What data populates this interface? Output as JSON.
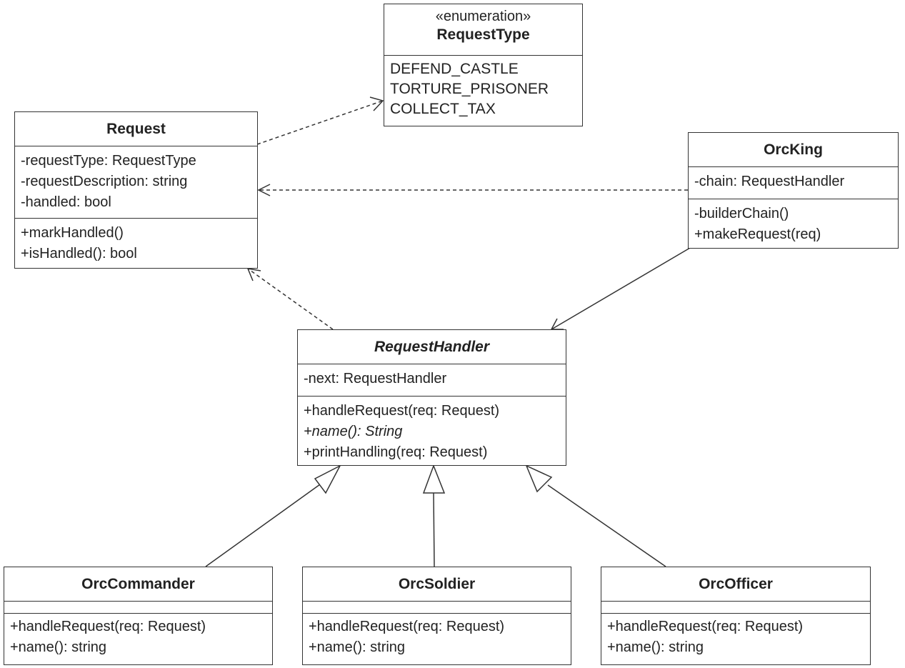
{
  "classes": {
    "request_type": {
      "stereotype": "«enumeration»",
      "name": "RequestType",
      "values": [
        "DEFEND_CASTLE",
        "TORTURE_PRISONER",
        "COLLECT_TAX"
      ]
    },
    "request": {
      "name": "Request",
      "attributes": [
        "-requestType: RequestType",
        "-requestDescription: string",
        "-handled: bool"
      ],
      "methods": [
        "+markHandled()",
        "+isHandled(): bool"
      ]
    },
    "orc_king": {
      "name": "OrcKing",
      "attributes": [
        "-chain: RequestHandler"
      ],
      "methods": [
        "-builderChain()",
        "+makeRequest(req)"
      ]
    },
    "request_handler": {
      "name": "RequestHandler",
      "attributes": [
        "-next: RequestHandler"
      ],
      "methods": [
        "+handleRequest(req: Request)",
        "+name(): String",
        "+printHandling(req: Request)"
      ]
    },
    "orc_commander": {
      "name": "OrcCommander",
      "methods": [
        "+handleRequest(req: Request)",
        "+name(): string"
      ]
    },
    "orc_soldier": {
      "name": "OrcSoldier",
      "methods": [
        "+handleRequest(req: Request)",
        "+name(): string"
      ]
    },
    "orc_officer": {
      "name": "OrcOfficer",
      "methods": [
        "+handleRequest(req: Request)",
        "+name(): string"
      ]
    }
  },
  "relations": [
    {
      "from": "Request",
      "to": "RequestType",
      "kind": "dependency"
    },
    {
      "from": "OrcKing",
      "to": "Request",
      "kind": "dependency"
    },
    {
      "from": "RequestHandler",
      "to": "Request",
      "kind": "dependency"
    },
    {
      "from": "OrcKing",
      "to": "RequestHandler",
      "kind": "association"
    },
    {
      "from": "OrcCommander",
      "to": "RequestHandler",
      "kind": "generalization"
    },
    {
      "from": "OrcSoldier",
      "to": "RequestHandler",
      "kind": "generalization"
    },
    {
      "from": "OrcOfficer",
      "to": "RequestHandler",
      "kind": "generalization"
    }
  ]
}
